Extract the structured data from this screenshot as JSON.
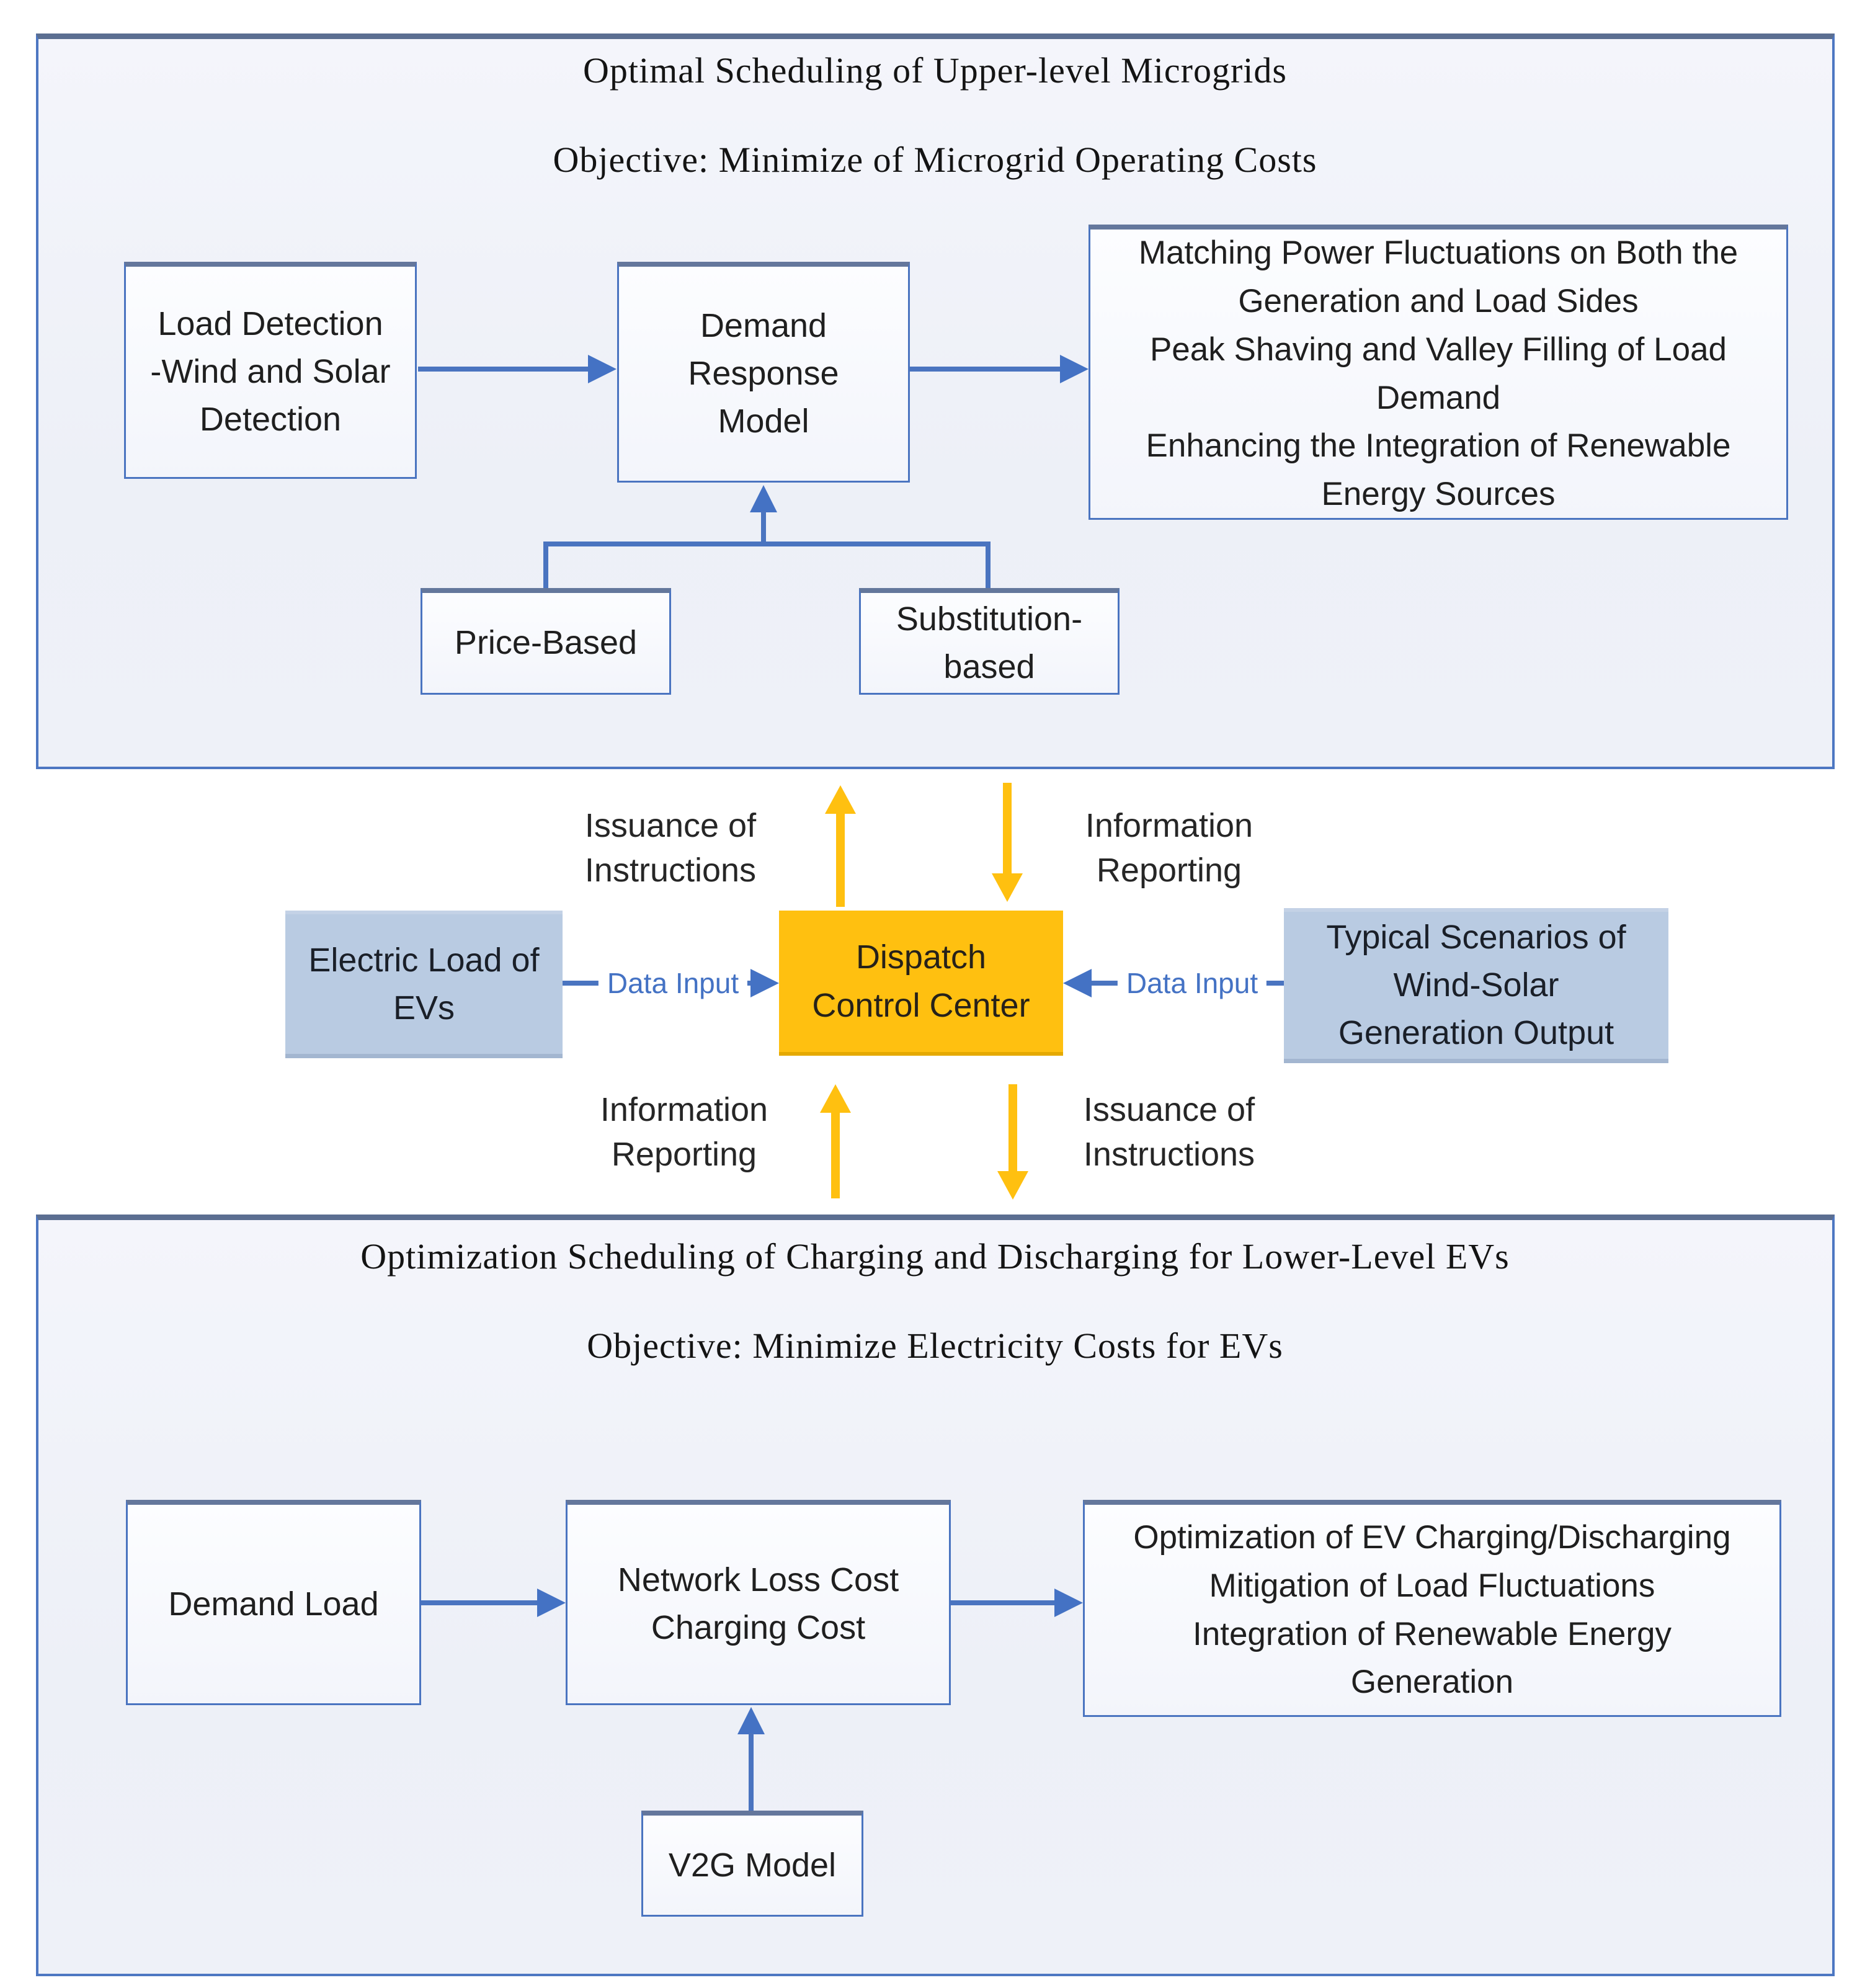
{
  "upper_section": {
    "title": "Optimal Scheduling of Upper-level Microgrids",
    "objective": "Objective: Minimize of Microgrid Operating Costs",
    "load_detection_box": [
      "Load Detection",
      "-Wind and Solar",
      "Detection"
    ],
    "demand_response_box": [
      "Demand",
      "Response",
      "Model"
    ],
    "outcome_box": [
      "Matching Power Fluctuations on Both the",
      "Generation and Load Sides",
      "Peak Shaving and Valley Filling of Load",
      "Demand",
      "Enhancing the Integration of Renewable",
      "Energy Sources"
    ],
    "price_based_box": "Price-Based",
    "substitution_based_box": [
      "Substitution-",
      "based"
    ]
  },
  "middle_section": {
    "electric_load_box": [
      "Electric Load of",
      "EVs"
    ],
    "dispatch_box": [
      "Dispatch",
      "Control Center"
    ],
    "typical_scenarios_box": [
      "Typical Scenarios of",
      "Wind-Solar",
      "Generation Output"
    ],
    "data_input_left": "Data Input",
    "data_input_right": "Data Input",
    "top_left_label": [
      "Issuance of",
      "Instructions"
    ],
    "top_right_label": [
      "Information",
      "Reporting"
    ],
    "bottom_left_label": [
      "Information",
      "Reporting"
    ],
    "bottom_right_label": [
      "Issuance of",
      "Instructions"
    ]
  },
  "lower_section": {
    "title": "Optimization Scheduling of Charging and Discharging for Lower-Level EVs",
    "objective": "Objective: Minimize Electricity Costs for EVs",
    "demand_load_box": "Demand Load",
    "cost_box": [
      "Network Loss Cost",
      "Charging Cost"
    ],
    "outcome_box": [
      "Optimization of EV Charging/Discharging",
      "Mitigation of Load Fluctuations",
      "Integration of Renewable Energy",
      "Generation"
    ],
    "v2g_box": "V2G Model"
  },
  "colors": {
    "accent_blue": "#4472C4",
    "dark_edge": "#5B6E91",
    "light_blue_fill": "#B9CBE2",
    "orange_fill": "#FFC010",
    "yellow_arrow": "#FFC010",
    "container_fill": "#EEF1F8"
  }
}
